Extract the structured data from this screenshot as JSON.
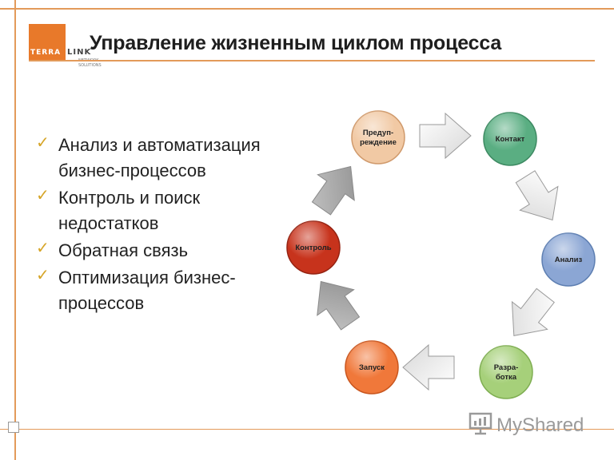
{
  "logo": {
    "terra": "TERRA",
    "link": "LINK",
    "tagline": "NETWORK SOLUTIONS"
  },
  "title": "Управление жизненным циклом процесса",
  "bullets": [
    "Анализ и автоматизация бизнес-процессов",
    "Контроль и поиск недостатков",
    "Обратная связь",
    "Оптимизация бизнес-процессов"
  ],
  "cycle": {
    "nodes": [
      {
        "line1": "Предуп-",
        "line2": "реждение",
        "color": "#f1c9a4"
      },
      {
        "line1": "Контакт",
        "line2": "",
        "color": "#5aae82"
      },
      {
        "line1": "Анализ",
        "line2": "",
        "color": "#8ba6d4"
      },
      {
        "line1": "Разра-",
        "line2": "ботка",
        "color": "#a6d07a"
      },
      {
        "line1": "Запуск",
        "line2": "",
        "color": "#f0783a"
      },
      {
        "line1": "Контроль",
        "line2": "",
        "color": "#c7331c"
      }
    ]
  },
  "watermark": {
    "text": "MyShared"
  }
}
